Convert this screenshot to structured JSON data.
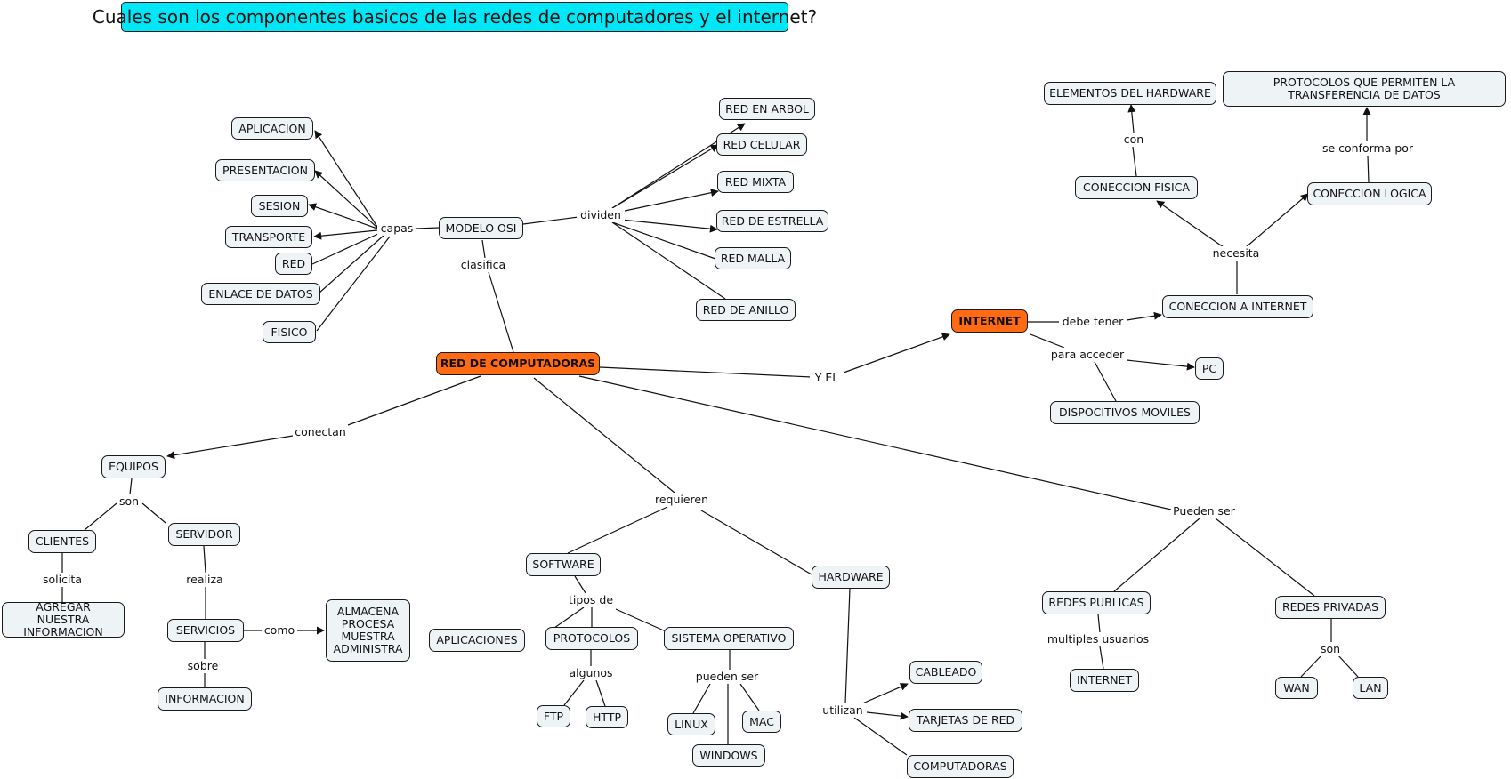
{
  "title": "Cuales son los componentes basicos de las redes de computadores y el internet?",
  "colors": {
    "accent": "#ff6a13",
    "title_bg": "#00e8f8",
    "node_bg": "#eef3f6"
  },
  "concepts": {
    "aplicacion": "APLICACION",
    "presentacion": "PRESENTACION",
    "sesion": "SESION",
    "transporte": "TRANSPORTE",
    "red": "RED",
    "enlace": "ENLACE DE DATOS",
    "fisico": "FISICO",
    "modelo_osi": "MODELO OSI",
    "red_arbol": "RED EN ARBOL",
    "red_celular": "RED CELULAR",
    "red_mixta": "RED MIXTA",
    "red_estrella": "RED DE ESTRELLA",
    "red_malla": "RED MALLA",
    "red_anillo": "RED DE ANILLO",
    "red_computadoras": "RED DE COMPUTADORAS",
    "internet": "INTERNET",
    "elementos_hardware": "ELEMENTOS DEL HARDWARE",
    "protocolos_transferencia": "PROTOCOLOS QUE PERMITEN LA TRANSFERENCIA DE DATOS",
    "conexion_fisica": "CONECCION FISICA",
    "conexion_logica": "CONECCION LOGICA",
    "conexion_internet": "CONECCION A INTERNET",
    "pc": "PC",
    "dispositivos_moviles": "DISPOCITIVOS MOVILES",
    "equipos": "EQUIPOS",
    "clientes": "CLIENTES",
    "servidor": "SERVIDOR",
    "agregar_info": "AGREGAR NUESTRA INFORMACION",
    "servicios": "SERVICIOS",
    "almacena": "ALMACENA PROCESA MUESTRA ADMINISTRA",
    "informacion": "INFORMACION",
    "software": "SOFTWARE",
    "hardware": "HARDWARE",
    "aplicaciones": "APLICACIONES",
    "protocolos": "PROTOCOLOS",
    "sistema_operativo": "SISTEMA OPERATIVO",
    "ftp": "FTP",
    "http": "HTTP",
    "linux": "LINUX",
    "mac": "MAC",
    "windows": "WINDOWS",
    "cableado": "CABLEADO",
    "tarjetas": "TARJETAS DE RED",
    "computadoras": "COMPUTADORAS",
    "redes_publicas": "REDES PUBLICAS",
    "redes_privadas": "REDES PRIVADAS",
    "internet_2": "INTERNET",
    "wan": "WAN",
    "lan": "LAN"
  },
  "links": {
    "capas": "capas",
    "dividen": "dividen",
    "clasifica": "clasifica",
    "y_el": "Y EL",
    "debe_tener": "debe tener",
    "para_acceder": "para acceder",
    "necesita": "necesita",
    "con": "con",
    "se_conforma_por": "se conforma por",
    "conectan": "conectan",
    "son": "son",
    "solicita": "solicita",
    "realiza": "realiza",
    "como": "como",
    "sobre": "sobre",
    "requieren": "requieren",
    "tipos_de": "tipos de",
    "algunos": "algunos",
    "pueden_ser": "pueden ser",
    "utilizan": "utilizan",
    "pueden_ser_2": "Pueden ser",
    "multiples_usuarios": "multiples usuarios",
    "son_2": "son"
  }
}
